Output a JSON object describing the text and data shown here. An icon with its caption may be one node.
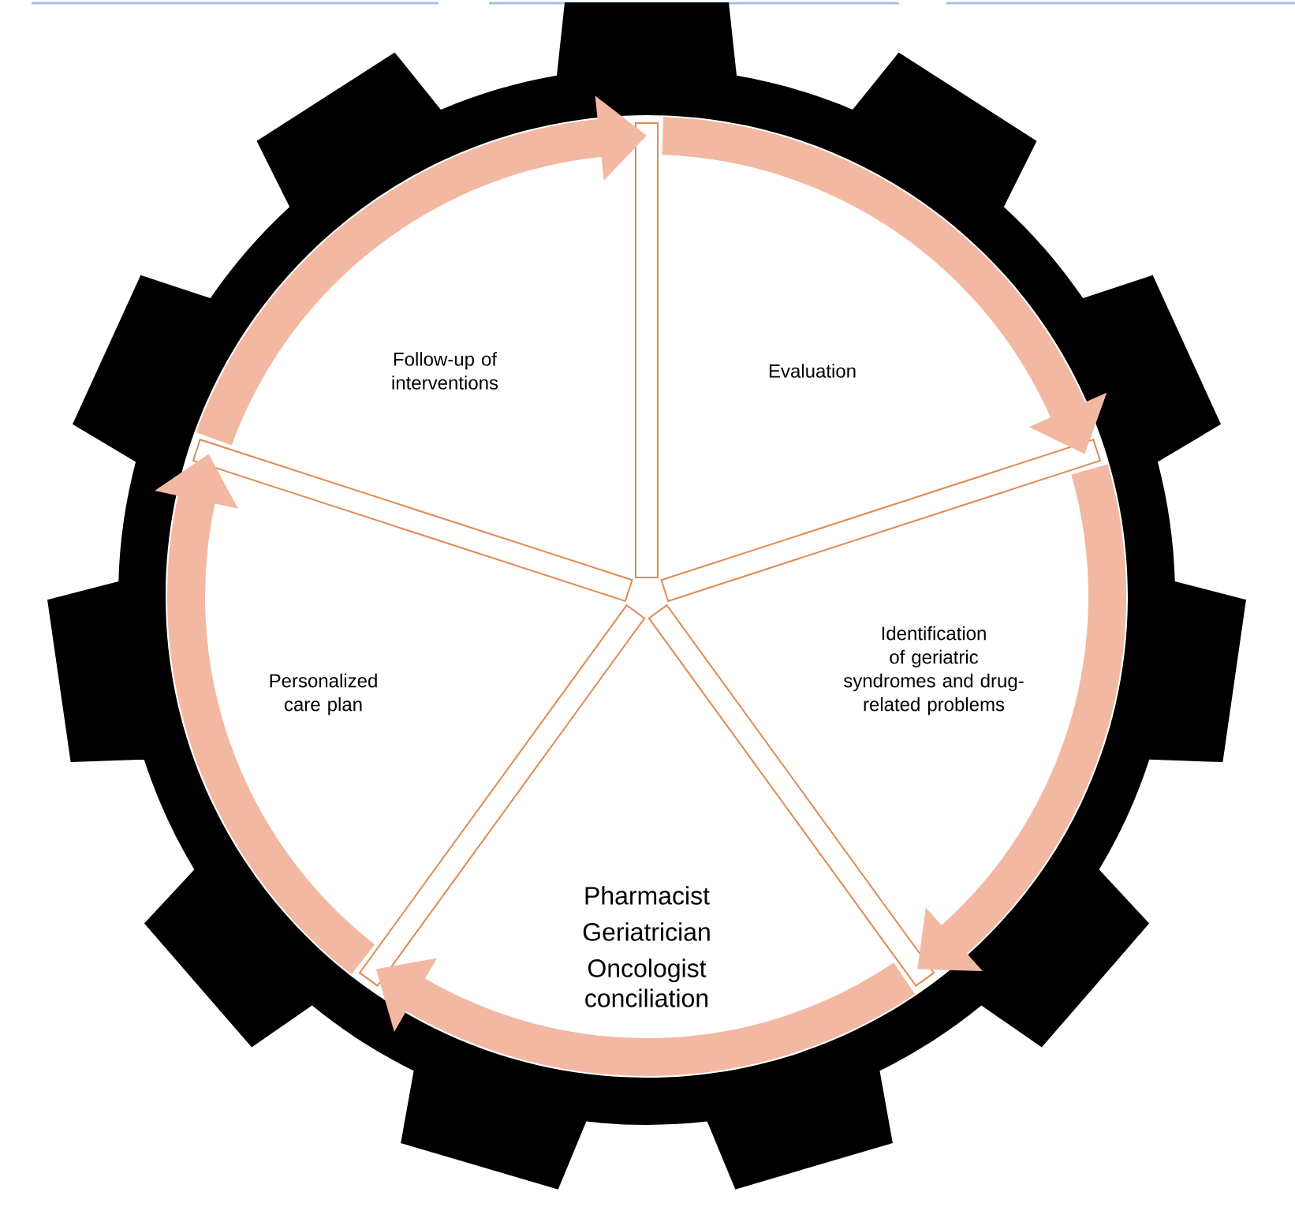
{
  "diagram": {
    "nodes": [
      {
        "text": [
          "Follow-up of interventions"
        ]
      },
      {
        "text": [
          "Evaluation"
        ]
      },
      {
        "text": [
          "Identification of geriatric syndromes and drug-related problems"
        ]
      },
      {
        "text": [
          "Pharmacist",
          "Geriatrician",
          "Oncologist conciliation"
        ]
      },
      {
        "text": [
          "Personalized care plan"
        ]
      }
    ]
  }
}
